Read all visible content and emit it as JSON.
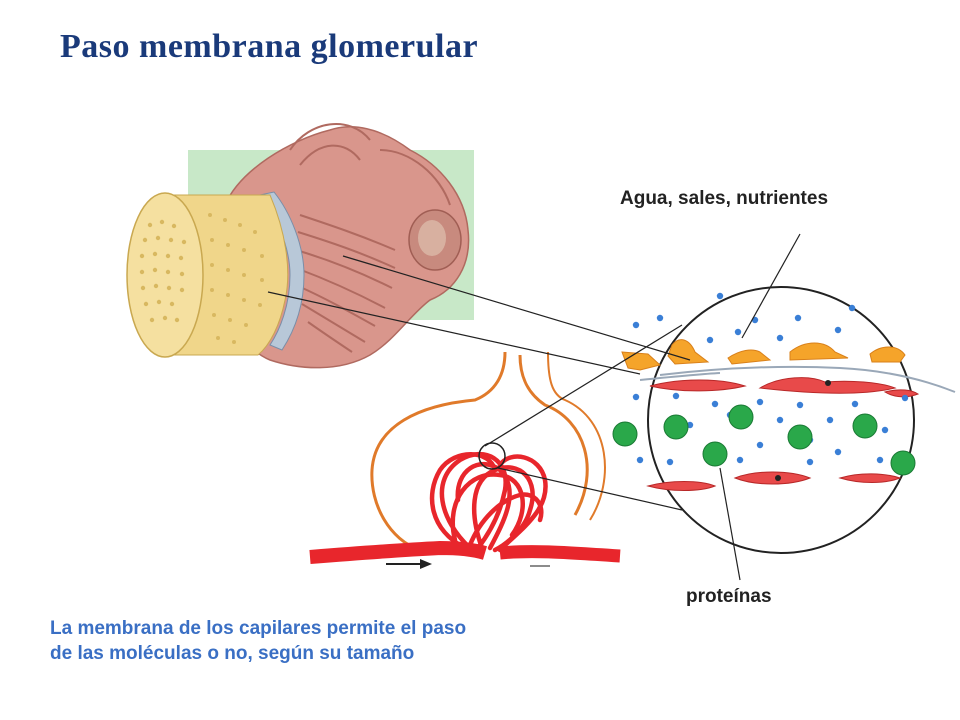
{
  "title": "Paso membrana glomerular",
  "labels": {
    "water_salts": "Agua, sales, nutrientes",
    "proteins": "proteínas"
  },
  "caption": {
    "line1": "La membrana de los capilares permite el paso",
    "line2": "de las moléculas o no, según su tamaño"
  },
  "colors": {
    "title": "#1a3a7a",
    "caption": "#3a6fc4",
    "capillary": "#e8262c",
    "capsule_outline": "#e07a2a",
    "podocyte": "#f5a42a",
    "protein": "#2aa84a",
    "small_molecule": "#3a7fd6",
    "green_bg": "#c8e8c8",
    "tube_tan": "#f0d68a",
    "tube_pink": "#d9968c"
  },
  "icons": [
    "glomerulus-illustration",
    "capillary-tube-illustration",
    "magnified-membrane-circle",
    "flow-arrow"
  ]
}
